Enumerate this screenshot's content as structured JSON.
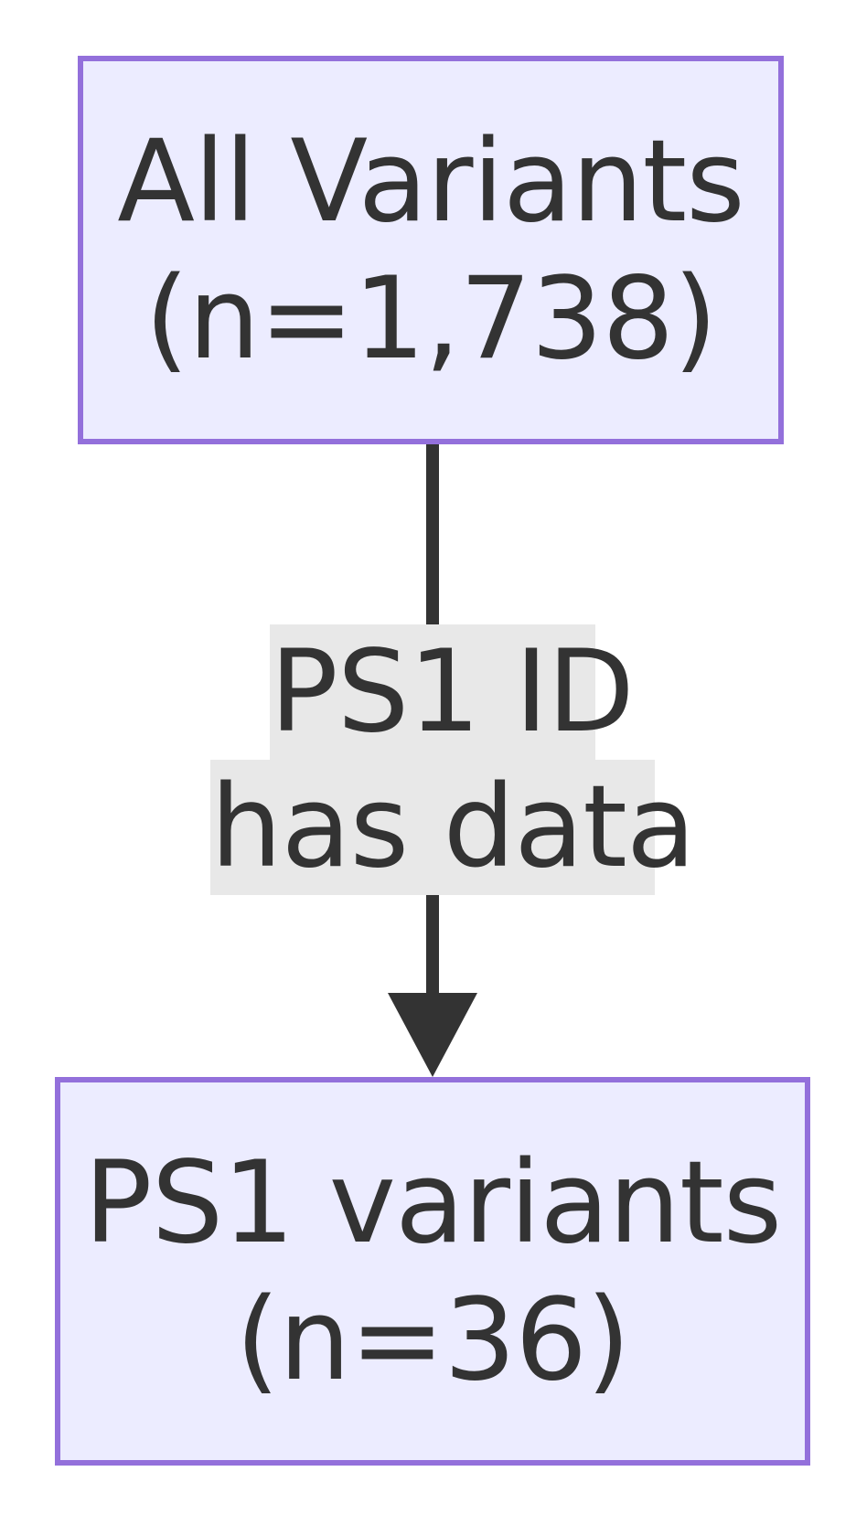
{
  "diagram": {
    "nodes": [
      {
        "id": "all",
        "line1": "All Variants",
        "line2": "(n=1,738)"
      },
      {
        "id": "ps1",
        "line1": "PS1 variants",
        "line2": "(n=36)"
      }
    ],
    "edge": {
      "label_line1": "PS1 ID",
      "label_line2": "has data"
    },
    "colors": {
      "node_fill": "#ececff",
      "node_border": "#9370db",
      "edge": "#333333",
      "label_bg": "#e8e8e8",
      "text": "#333333"
    }
  }
}
